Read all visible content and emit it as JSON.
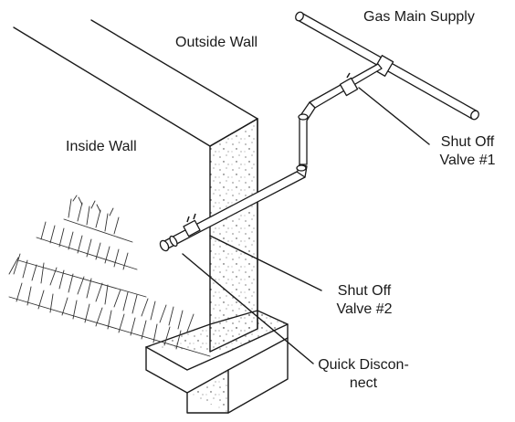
{
  "labels": {
    "gas_main_supply": "Gas Main Supply",
    "outside_wall": "Outside Wall",
    "inside_wall": "Inside Wall",
    "shut_off_valve_1": [
      "Shut Off",
      "Valve #1"
    ],
    "shut_off_valve_2": [
      "Shut Off",
      "Valve #2"
    ],
    "quick_disconnect": [
      "Quick Discon-",
      "nect"
    ]
  },
  "colors": {
    "line": "#1a1a1a",
    "background": "#ffffff"
  }
}
